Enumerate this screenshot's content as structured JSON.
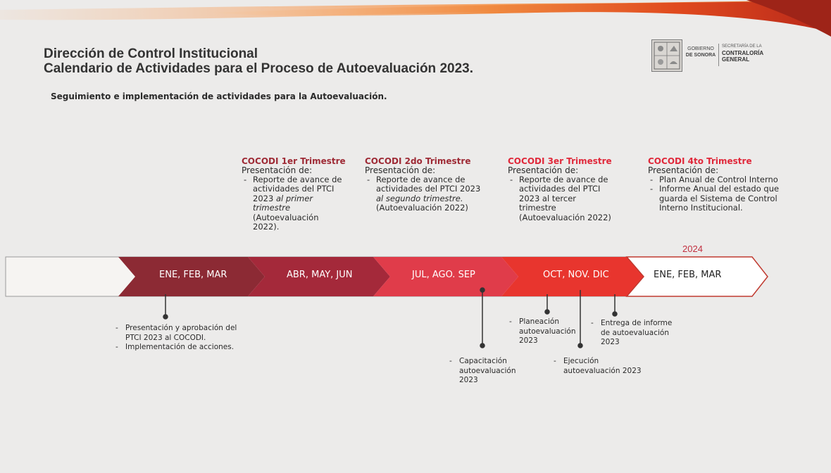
{
  "header": {
    "title_line1": "Dirección de Control Institucional",
    "title_line2": "Calendario de Actividades para el Proceso de Autoevaluación 2023.",
    "subtitle": "Seguimiento e implementación de actividades para la Autoevaluación."
  },
  "logo": {
    "gov_line1": "GOBIERNO",
    "gov_line2": "DE SONORA",
    "sec_small": "SECRETARÍA DE LA",
    "sec_big1": "CONTRALORÍA",
    "sec_big2": "GENERAL"
  },
  "quarters": [
    {
      "title": "COCODI 1er Trimestre",
      "intro": "Presentación de:",
      "items": [
        {
          "text": "Reporte de avance de actividades del PTCI 2023 ",
          "em": "al primer trimestre",
          "tail": " (Autoevaluación 2022)."
        }
      ]
    },
    {
      "title": "COCODI 2do Trimestre",
      "intro": "Presentación de:",
      "items": [
        {
          "text": "Reporte de avance de actividades del PTCI 2023 ",
          "em": "al segundo trimestre.",
          "tail": " (Autoevaluación 2022)"
        }
      ]
    },
    {
      "title": "COCODI 3er Trimestre",
      "intro": "Presentación de:",
      "items": [
        {
          "text": "Reporte de avance de actividades del PTCI 2023 al tercer trimestre (Autoevaluación 2022)",
          "em": "",
          "tail": ""
        }
      ]
    },
    {
      "title": "COCODI 4to Trimestre",
      "intro": "Presentación de:",
      "items": [
        {
          "text": "Plan Anual de Control Interno",
          "em": "",
          "tail": ""
        },
        {
          "text": "Informe Anual del estado que guarda el Sistema de Control Interno Institucional.",
          "em": "",
          "tail": ""
        }
      ]
    }
  ],
  "year_label": "2024",
  "timeline": {
    "segments": [
      "ENE, FEB, MAR",
      "ABR, MAY, JUN",
      "JUL, AGO. SEP",
      "OCT, NOV. DIC",
      "ENE, FEB, MAR"
    ],
    "colors": {
      "q1": "#8c2a34",
      "q2": "#a4293a",
      "q3": "#e03c4a",
      "q4": "#e8352e",
      "next": "#ffffff",
      "outline": "#c03a30"
    }
  },
  "annotations": {
    "q1": [
      "Presentación y aprobación del PTCI 2023 al COCODI.",
      "Implementación de acciones."
    ],
    "capacitacion": "Capacitación autoevaluación 2023",
    "planeacion": "Planeación autoevaluación 2023",
    "ejecucion": "Ejecución autoevaluación 2023",
    "entrega": "Entrega de informe de autoevaluación 2023"
  }
}
